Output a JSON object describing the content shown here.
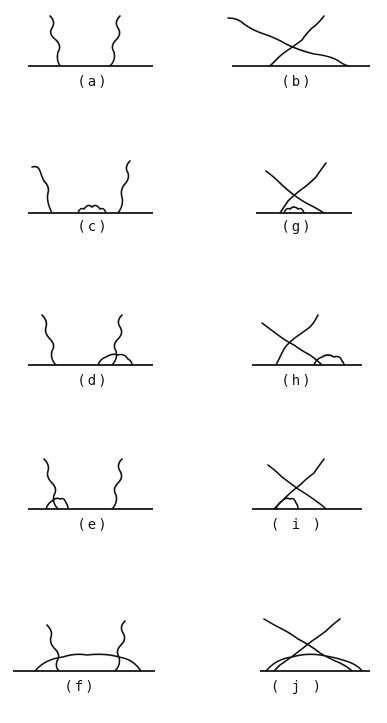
{
  "figure": {
    "panels": [
      {
        "id": "a",
        "label": "(a)",
        "column": "left"
      },
      {
        "id": "b",
        "label": "(b)",
        "column": "right"
      },
      {
        "id": "c",
        "label": "(c)",
        "column": "left"
      },
      {
        "id": "g",
        "label": "(g)",
        "column": "right"
      },
      {
        "id": "d",
        "label": "(d)",
        "column": "left"
      },
      {
        "id": "h",
        "label": "(h)",
        "column": "right"
      },
      {
        "id": "e",
        "label": "(e)",
        "column": "left"
      },
      {
        "id": "i",
        "label": "( i )",
        "column": "right"
      },
      {
        "id": "f",
        "label": "(f)",
        "column": "left"
      },
      {
        "id": "j",
        "label": "( j )",
        "column": "right"
      }
    ]
  }
}
